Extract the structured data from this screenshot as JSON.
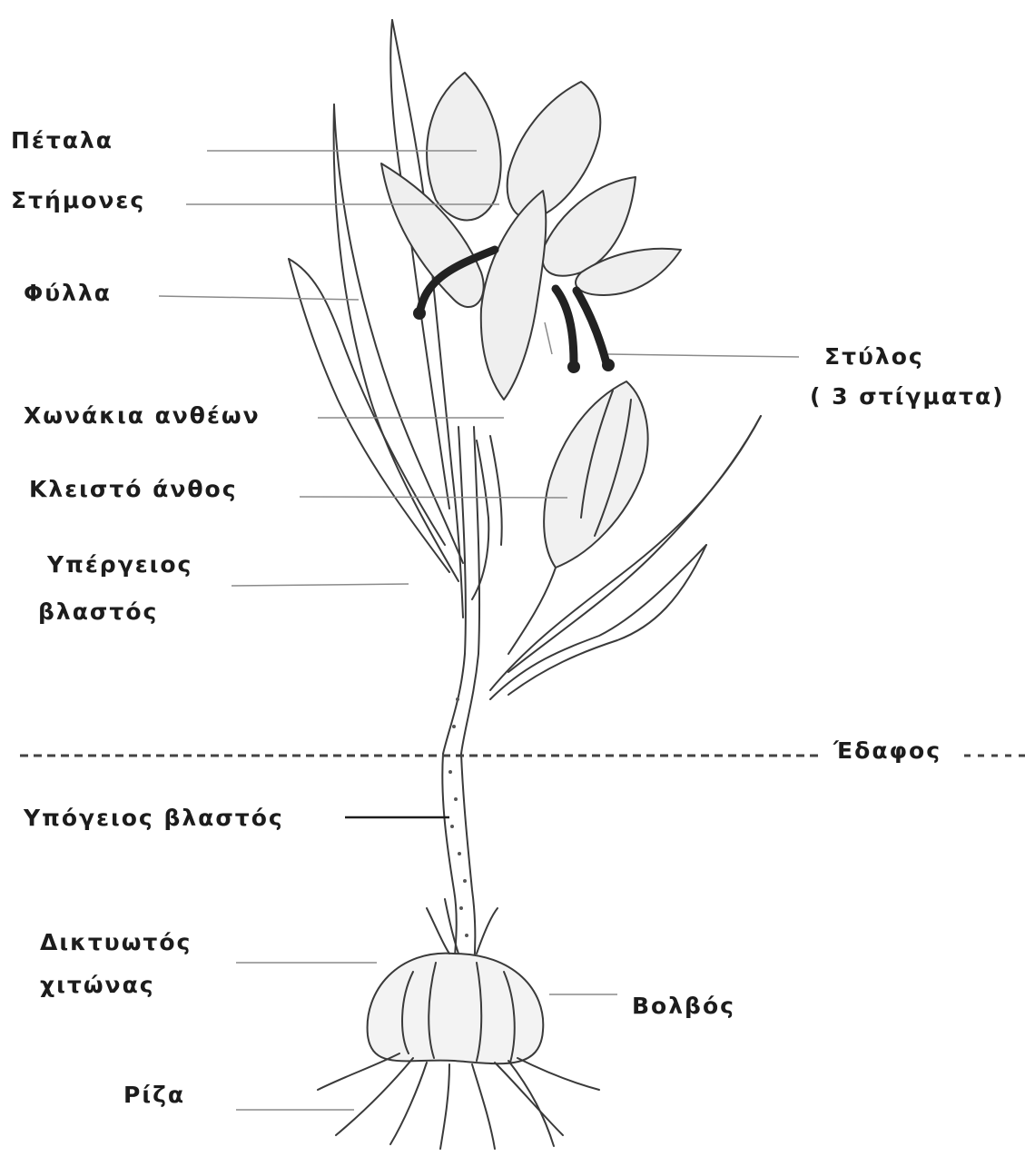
{
  "labels": {
    "petals": "Πέταλα",
    "stamens": "Στήμονες",
    "leaves": "Φύλλα",
    "style": "Στύλος",
    "stigmas": "( 3 στίγματα)",
    "flower_funnels": "Χωνάκια ανθέων",
    "closed_flower": "Κλειστό άνθος",
    "aerial_stem_1": "Υπέργειος",
    "aerial_stem_2": "βλαστός",
    "soil": "Έδαφος",
    "underground_stem": "Υπόγειος βλαστός",
    "tunic_1": "Δικτυωτός",
    "tunic_2": "χιτώνας",
    "bulb": "Βολβός",
    "root": "Ρίζα"
  },
  "colors": {
    "ink": "#1c1c1c",
    "drawing": "#3a3a3a",
    "leader_line": "#8a8a8a",
    "stigma_dark": "#222222",
    "petal_shade": "#e8e8e8"
  }
}
